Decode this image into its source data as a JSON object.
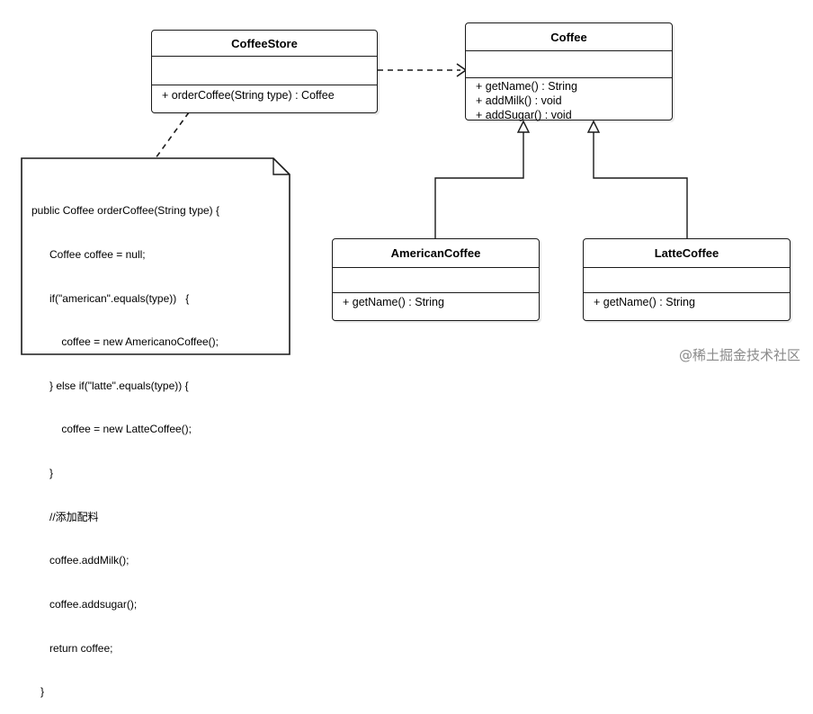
{
  "classes": {
    "coffee_store": {
      "name": "CoffeeStore",
      "operations": [
        "+ orderCoffee(String type) : Coffee"
      ]
    },
    "coffee": {
      "name": "Coffee",
      "operations": [
        "+ getName() : String",
        "+ addMilk() : void",
        "+ addSugar() : void"
      ]
    },
    "american_coffee": {
      "name": "AmericanCoffee",
      "operations": [
        "+ getName() : String"
      ]
    },
    "latte_coffee": {
      "name": "LatteCoffee",
      "operations": [
        "+ getName() : String"
      ]
    }
  },
  "note": {
    "lines": [
      "public Coffee orderCoffee(String type) {",
      "      Coffee coffee = null;",
      "      if(\"american\".equals(type))   {",
      "          coffee = new AmericanoCoffee();",
      "      } else if(\"latte\".equals(type)) {",
      "          coffee = new LatteCoffee();",
      "      }",
      "      //添加配料",
      "      coffee.addMilk();",
      "      coffee.addsugar();",
      "      return coffee;",
      "   }"
    ]
  },
  "watermark": "@稀土掘金技术社区"
}
